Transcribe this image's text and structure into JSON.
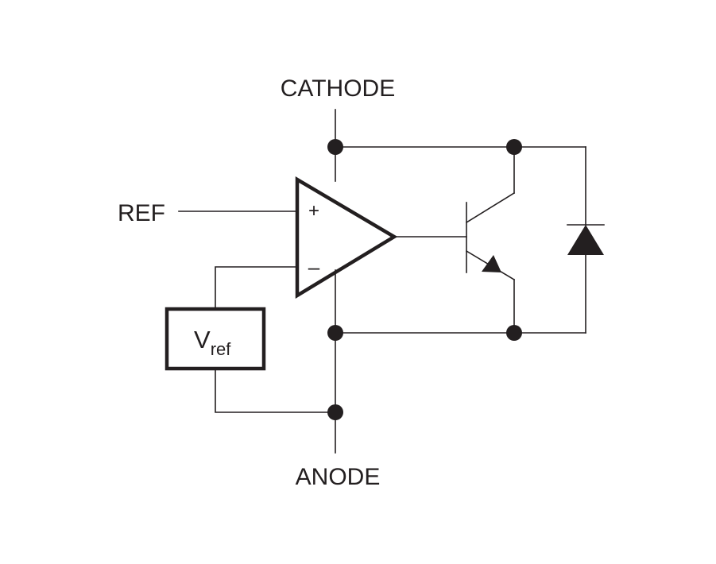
{
  "labels": {
    "cathode": "CATHODE",
    "anode": "ANODE",
    "ref": "REF",
    "vref_main": "V",
    "vref_sub": "ref",
    "plus": "+",
    "minus": "–"
  },
  "colors": {
    "ink": "#231f20",
    "background": "#ffffff"
  }
}
